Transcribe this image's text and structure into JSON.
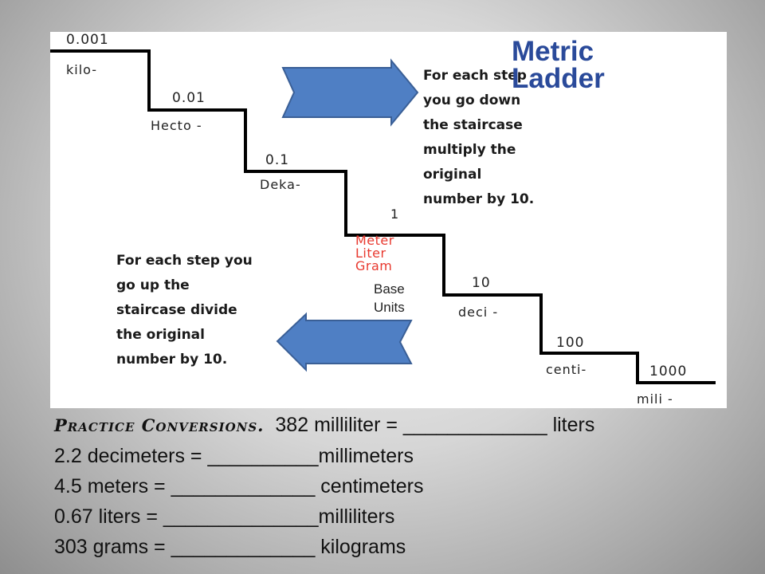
{
  "ladder": {
    "title_line1": "Metric",
    "title_line2": "Ladder",
    "steps": [
      {
        "number": "0.001",
        "prefix": "kilo-"
      },
      {
        "number": "0.01",
        "prefix": "Hecto -"
      },
      {
        "number": "0.1",
        "prefix": "Deka-"
      },
      {
        "number": "1",
        "prefix": ""
      },
      {
        "number": "10",
        "prefix": "deci -"
      },
      {
        "number": "100",
        "prefix": "centi-"
      },
      {
        "number": "1000",
        "prefix": "mili -"
      }
    ],
    "base_words": [
      "Meter",
      "Liter",
      "Gram"
    ],
    "base_units_line1": "Base",
    "base_units_line2": "Units",
    "down_note": [
      "For each step",
      "you go down",
      "the staircase",
      "multiply the",
      "original",
      "number by 10."
    ],
    "up_note": [
      "For each step you",
      "go up the",
      "staircase divide",
      "the original",
      "number by 10."
    ],
    "colors": {
      "arrow_fill": "#4f7fc4",
      "arrow_stroke": "#3a5f96",
      "title": "#2a4a9a",
      "base_words": "#e8392f"
    }
  },
  "practice": {
    "heading": "Practice Conversions.",
    "line1": "382 milliliter = _____________ liters",
    "line2": "2.2 decimeters = __________millimeters",
    "line3": "4.5 meters = _____________ centimeters",
    "line4": "0.67 liters = ______________milliliters",
    "line5": "303 grams = _____________ kilograms"
  }
}
